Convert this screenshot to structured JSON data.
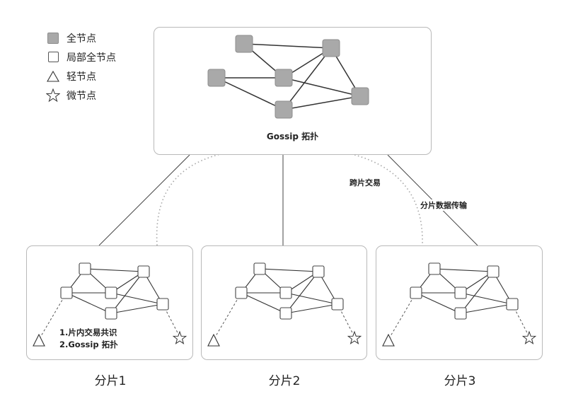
{
  "legend": {
    "full_node": "全节点",
    "partial_full_node": "局部全节点",
    "light_node": "轻节点",
    "micro_node": "微节点"
  },
  "top": {
    "label": "Gossip 拓扑"
  },
  "edge_labels": {
    "cross_shard": "跨片交易",
    "shard_data": "分片数据传输"
  },
  "shards": [
    {
      "name": "分片1",
      "notes": [
        "1.片内交易共识",
        "2.Gossip 拓扑"
      ]
    },
    {
      "name": "分片2"
    },
    {
      "name": "分片3"
    }
  ],
  "colors": {
    "full_node_fill": "#a9a9a9",
    "line": "#333333",
    "panel_border": "#b9b9b9"
  }
}
